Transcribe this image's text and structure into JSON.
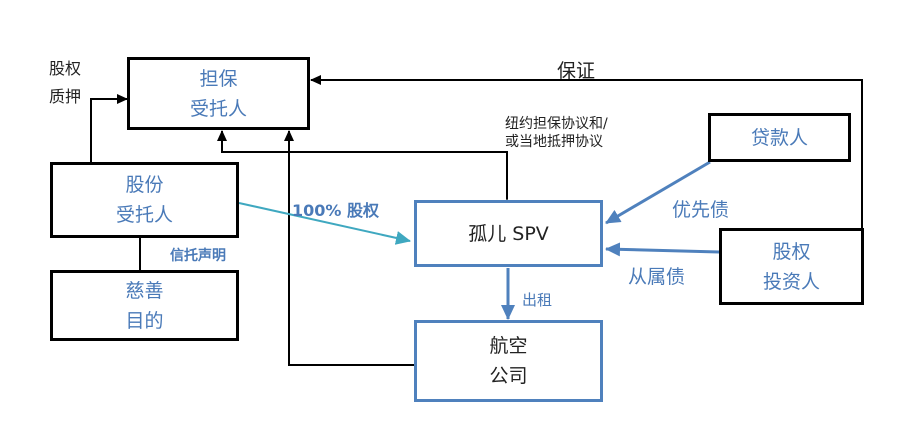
{
  "nodes": {
    "guarantee_trustee": {
      "line1": "担保",
      "line2": "受托人"
    },
    "share_trustee": {
      "line1": "股份",
      "line2": "受托人"
    },
    "charity": {
      "line1": "慈善",
      "line2": "目的"
    },
    "spv": {
      "label": "孤儿 SPV"
    },
    "airline": {
      "line1": "航空",
      "line2": "公司"
    },
    "lender": {
      "label": "贷款人"
    },
    "equity_investor": {
      "line1": "股权",
      "line2": "投资人"
    }
  },
  "edges": {
    "equity_pledge": {
      "line1": "股权",
      "line2": "质押"
    },
    "guarantee": "保证",
    "agreements": {
      "line1": "纽约担保协议和/",
      "line2": "或当地抵押协议"
    },
    "equity_100": "100% 股权",
    "trust_declaration": "信托声明",
    "senior_debt": "优先债",
    "subordinated_debt": "从属债",
    "lease": "出租"
  },
  "colors": {
    "black": "#000000",
    "blue": "#4f81bd",
    "teal": "#3fa8c0",
    "text_blue": "#4a7ab8"
  }
}
